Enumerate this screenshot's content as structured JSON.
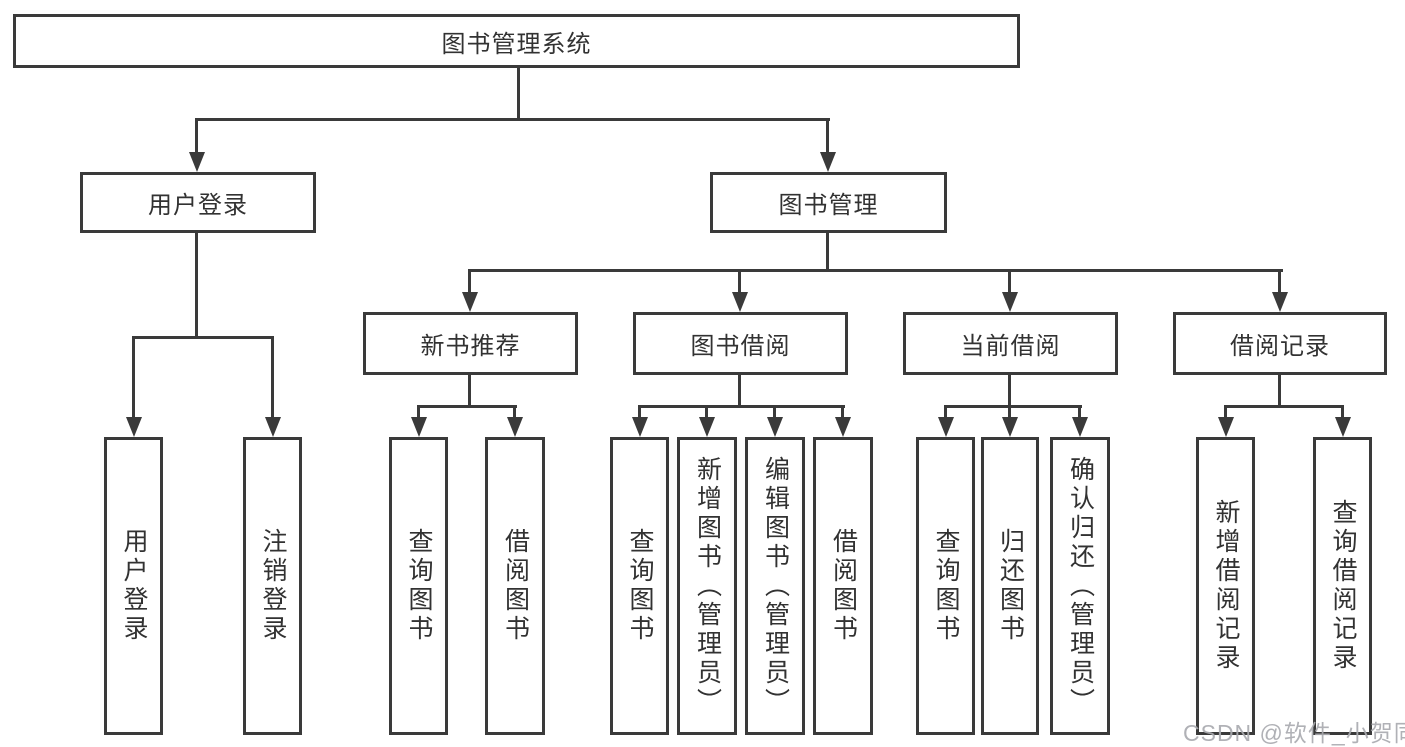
{
  "tree": {
    "label": "图书管理系统",
    "children": [
      {
        "label": "用户登录",
        "children": [
          {
            "label": "用户登录"
          },
          {
            "label": "注销登录"
          }
        ]
      },
      {
        "label": "图书管理",
        "children": [
          {
            "label": "新书推荐",
            "children": [
              {
                "label": "查询图书"
              },
              {
                "label": "借阅图书"
              }
            ]
          },
          {
            "label": "图书借阅",
            "children": [
              {
                "label": "查询图书"
              },
              {
                "label": "新增图书（管理员）"
              },
              {
                "label": "编辑图书（管理员）"
              },
              {
                "label": "借阅图书"
              }
            ]
          },
          {
            "label": "当前借阅",
            "children": [
              {
                "label": "查询图书"
              },
              {
                "label": "归还图书"
              },
              {
                "label": "确认归还（管理员）"
              }
            ]
          },
          {
            "label": "借阅记录",
            "children": [
              {
                "label": "新增借阅记录"
              },
              {
                "label": "查询借阅记录"
              }
            ]
          }
        ]
      }
    ]
  },
  "watermark": {
    "text": "CSDN @软件_小贺同学"
  },
  "colors": {
    "line": "#3a3a3a",
    "text": "#323232",
    "watermark": "#aaabb0",
    "bg": "#ffffff"
  }
}
